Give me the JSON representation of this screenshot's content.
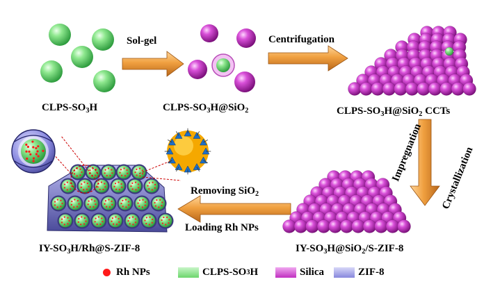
{
  "labels": {
    "step1": {
      "pre": "CLPS-SO",
      "sub1": "3",
      "post": "H"
    },
    "step2": {
      "pre": "CLPS-SO",
      "sub1": "3",
      "mid": "H@SiO",
      "sub2": "2",
      "post": ""
    },
    "step3": {
      "pre": "CLPS-SO",
      "sub1": "3",
      "mid": "H@SiO",
      "sub2": "2",
      "post": " CCTs"
    },
    "step4": {
      "pre": "IY-SO",
      "sub1": "3",
      "mid": "H@SiO",
      "sub2": "2",
      "post": "/S-ZIF-8"
    },
    "step5": {
      "pre": "IY-SO",
      "sub1": "3",
      "post": "H/Rh@S-ZIF-8"
    }
  },
  "arrows": {
    "solgel": "Sol-gel",
    "centrifugation": "Centrifugation",
    "impregnation": "Impregnation",
    "crystallization": "Crystallization",
    "removing": {
      "pre": "Removing SiO",
      "sub": "2"
    },
    "loading": "Loading Rh NPs"
  },
  "legend": {
    "rh": "Rh NPs",
    "clps": {
      "pre": "CLPS-SO",
      "sub": "3",
      "post": "H"
    },
    "silica": "Silica",
    "zif": "ZIF-8"
  },
  "colors": {
    "green": "#7ee07e",
    "purple": "#cc33cc",
    "zif": "#8888dd",
    "arrow": "#f0a040",
    "rh": "#ff1a1a"
  }
}
